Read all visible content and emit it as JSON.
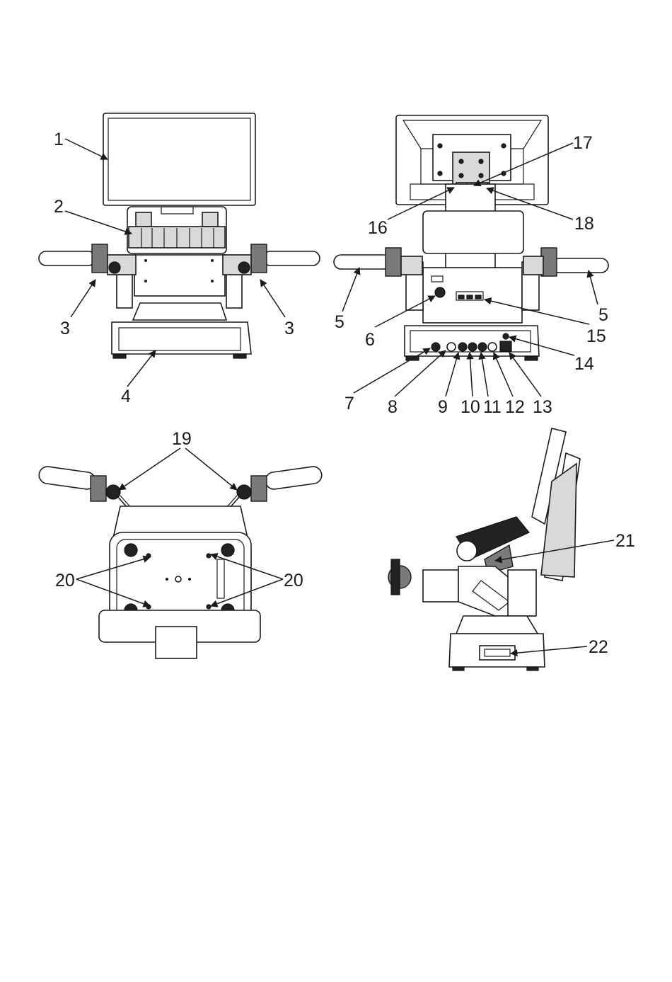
{
  "figure": {
    "views": [
      {
        "name": "front",
        "callouts": [
          {
            "id": "c1",
            "label": "1"
          },
          {
            "id": "c2",
            "label": "2"
          },
          {
            "id": "c3a",
            "label": "3"
          },
          {
            "id": "c3b",
            "label": "3"
          },
          {
            "id": "c4",
            "label": "4"
          }
        ]
      },
      {
        "name": "rear",
        "callouts": [
          {
            "id": "c5a",
            "label": "5"
          },
          {
            "id": "c5b",
            "label": "5"
          },
          {
            "id": "c6",
            "label": "6"
          },
          {
            "id": "c7",
            "label": "7"
          },
          {
            "id": "c8",
            "label": "8"
          },
          {
            "id": "c9",
            "label": "9"
          },
          {
            "id": "c10",
            "label": "10"
          },
          {
            "id": "c11",
            "label": "11"
          },
          {
            "id": "c12",
            "label": "12"
          },
          {
            "id": "c13",
            "label": "13"
          },
          {
            "id": "c14",
            "label": "14"
          },
          {
            "id": "c15",
            "label": "15"
          },
          {
            "id": "c16",
            "label": "16"
          },
          {
            "id": "c17",
            "label": "17"
          },
          {
            "id": "c18",
            "label": "18"
          }
        ]
      },
      {
        "name": "bottom",
        "callouts": [
          {
            "id": "c19",
            "label": "19"
          },
          {
            "id": "c20a",
            "label": "20"
          },
          {
            "id": "c20b",
            "label": "20"
          }
        ]
      },
      {
        "name": "side",
        "callouts": [
          {
            "id": "c21",
            "label": "21"
          },
          {
            "id": "c22",
            "label": "22"
          }
        ]
      }
    ]
  }
}
